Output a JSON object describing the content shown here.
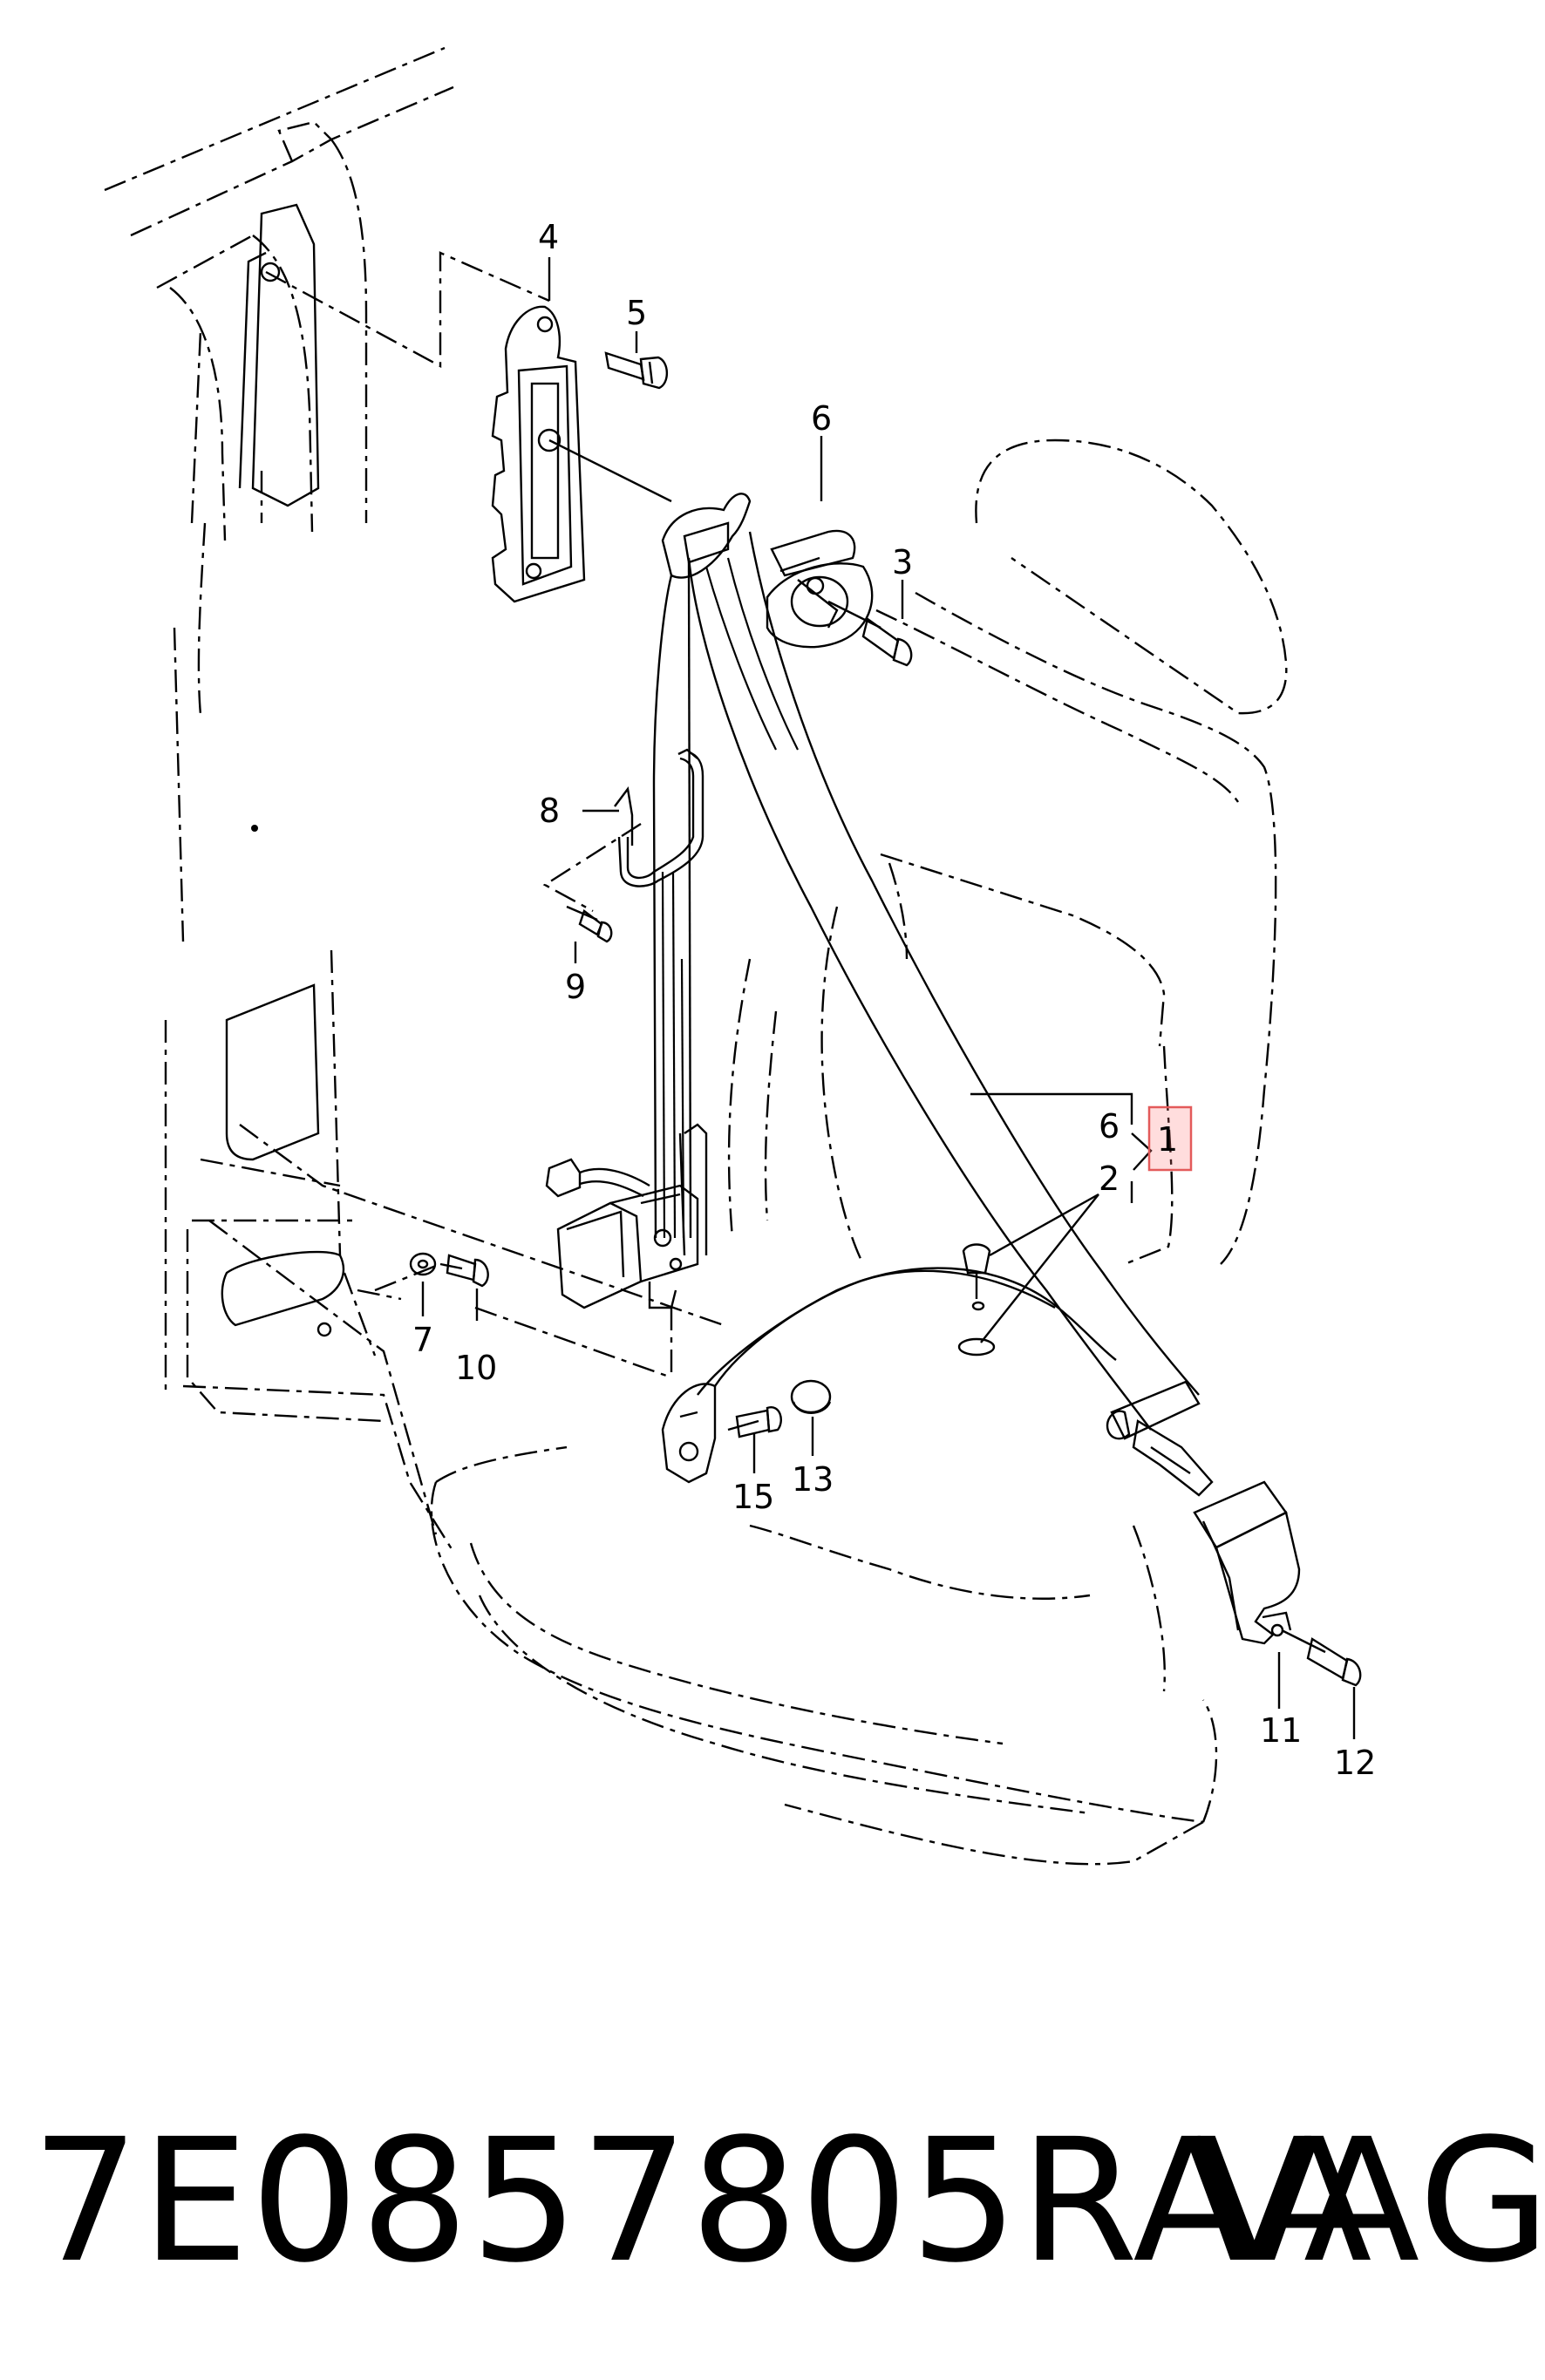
{
  "diagram": {
    "callouts": [
      {
        "id": "c4",
        "label": "4"
      },
      {
        "id": "c5",
        "label": "5"
      },
      {
        "id": "c6a",
        "label": "6"
      },
      {
        "id": "c3",
        "label": "3"
      },
      {
        "id": "c8",
        "label": "8"
      },
      {
        "id": "c9",
        "label": "9"
      },
      {
        "id": "c6b",
        "label": "6"
      },
      {
        "id": "c1",
        "label": "1"
      },
      {
        "id": "c2",
        "label": "2"
      },
      {
        "id": "c7",
        "label": "7"
      },
      {
        "id": "c10",
        "label": "10"
      },
      {
        "id": "c15",
        "label": "15"
      },
      {
        "id": "c13",
        "label": "13"
      },
      {
        "id": "c11",
        "label": "11"
      },
      {
        "id": "c12",
        "label": "12"
      }
    ],
    "highlighted_callout": "1",
    "highlight_color": "#e35a5a"
  },
  "footer": {
    "part_number": "7E0857805RAA",
    "brand": "VAG"
  }
}
